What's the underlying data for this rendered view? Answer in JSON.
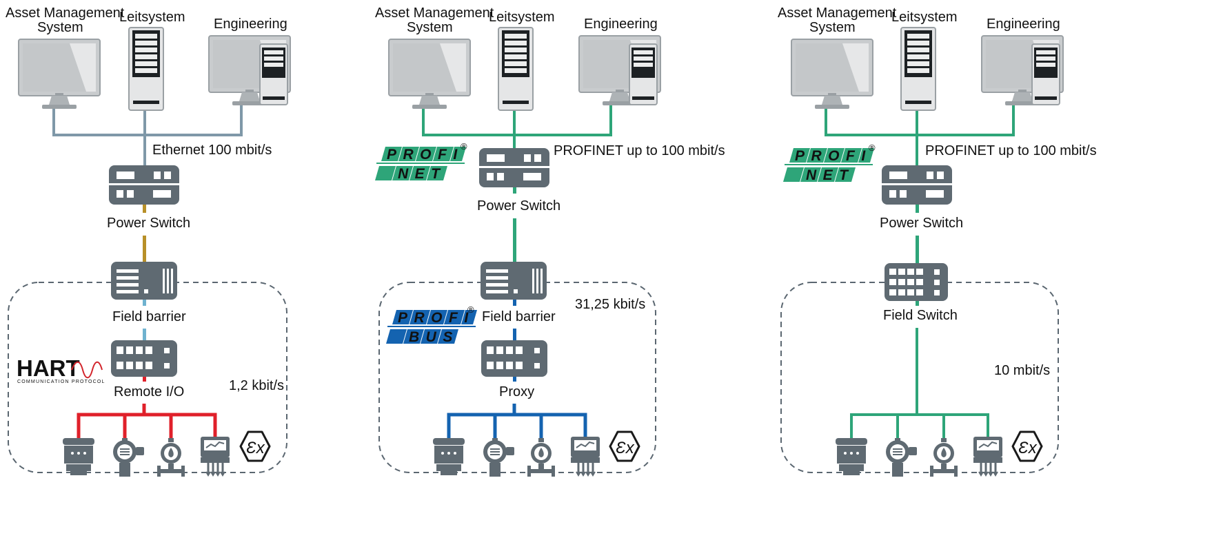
{
  "colors": {
    "ethernet": "#7f98a8",
    "hart_trunk": "#b89028",
    "hart_spur_light": "#6fb2cf",
    "hart_red": "#e0202a",
    "profinet_green": "#2ea579",
    "profibus_blue": "#1463b0",
    "device_gray": "#5f6a72",
    "zone_dash": "#5a6670"
  },
  "columns": [
    {
      "top_labels": {
        "asset_line1": "Asset Management",
        "asset_line2": "System",
        "leitsystem": "Leitsystem",
        "engineering": "Engineering"
      },
      "network_label": "Ethernet 100 mbit/s",
      "switch_label": "Power Switch",
      "barrier_label": "Field barrier",
      "io_label": "Remote I/O",
      "speed_label": "1,2 kbit/s",
      "logo": {
        "type": "HART",
        "main": "HART",
        "sub": "COMMUNICATION PROTOCOL"
      }
    },
    {
      "top_labels": {
        "asset_line1": "Asset Management",
        "asset_line2": "System",
        "leitsystem": "Leitsystem",
        "engineering": "Engineering"
      },
      "network_label": "PROFINET up to 100 mbit/s",
      "switch_label": "Power Switch",
      "barrier_label": "Field barrier",
      "io_label": "Proxy",
      "speed_label": "31,25 kbit/s",
      "logo_top": {
        "type": "PROFINET",
        "row1": "PROFI",
        "row2": "NET",
        "mark": "®"
      },
      "logo_bottom": {
        "type": "PROFIBUS",
        "row1": "PROFI",
        "row2": "BUS",
        "mark": "®"
      }
    },
    {
      "top_labels": {
        "asset_line1": "Asset Management",
        "asset_line2": "System",
        "leitsystem": "Leitsystem",
        "engineering": "Engineering"
      },
      "network_label": "PROFINET up to 100 mbit/s",
      "switch_label": "Power Switch",
      "barrier_label": "Field Switch",
      "speed_label": "10 mbit/s",
      "logo_top": {
        "type": "PROFINET",
        "row1": "PROFI",
        "row2": "NET",
        "mark": "®"
      }
    }
  ],
  "ex_symbol": "Ɛx",
  "icons": [
    "monitor-icon",
    "server-tower-icon",
    "workstation-icon",
    "network-switch-icon",
    "field-barrier-icon",
    "remote-io-icon",
    "field-switch-icon",
    "sensor-box-icon",
    "flow-meter-icon",
    "level-transmitter-icon",
    "analyzer-icon",
    "ex-atex-icon"
  ]
}
